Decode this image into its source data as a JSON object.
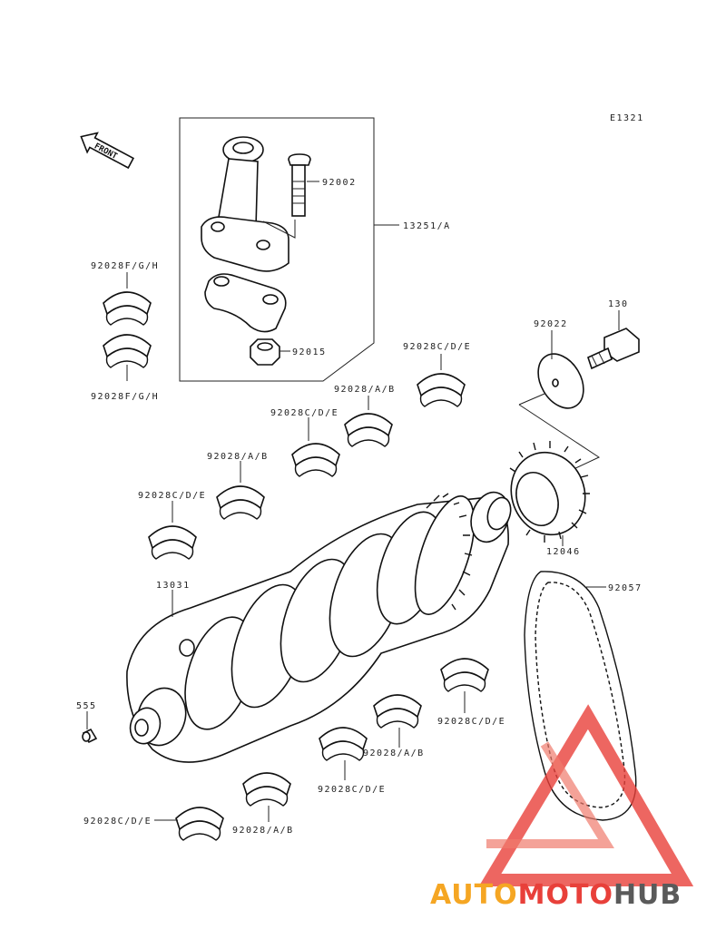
{
  "diagram_code": "E1321",
  "front_label": "FRONT",
  "labels": {
    "rod_assy": "13251/A",
    "bolt": "92002",
    "nut": "92015",
    "bearing_fgh_top": "92028F/G/H",
    "bearing_fgh_bottom": "92028F/G/H",
    "bearing_cde_1": "92028C/D/E",
    "bearing_ab_1": "92028/A/B",
    "bearing_cde_2": "92028C/D/E",
    "bearing_ab_2": "92028/A/B",
    "bearing_cde_3": "92028C/D/E",
    "washer": "92022",
    "bolt_130": "130",
    "sprocket": "12046",
    "chain": "92057",
    "crankshaft": "13031",
    "pin": "555",
    "bearing_cde_4": "92028C/D/E",
    "bearing_ab_3": "92028/A/B",
    "bearing_cde_5": "92028C/D/E",
    "bearing_ab_4": "92028/A/B",
    "bearing_cde_6": "92028C/D/E"
  },
  "watermark": {
    "part1": "AUTO",
    "part2": "MOTO",
    "part3": "HUB",
    "color_orange": "#f5a623",
    "color_red": "#e8403a",
    "color_gray": "#5a5a5a"
  }
}
